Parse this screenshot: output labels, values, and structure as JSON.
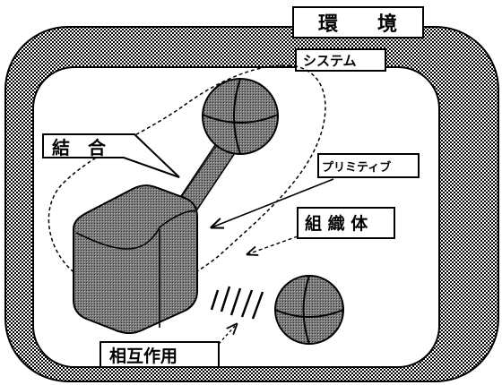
{
  "labels": {
    "environment": "環　　境",
    "system": "システム",
    "combination": "結　合",
    "primitive": "プリミティブ",
    "organism": "組 織 体",
    "interaction": "相互作用"
  },
  "colors": {
    "hatch": "#000000",
    "background": "#ffffff",
    "line": "#000000"
  }
}
